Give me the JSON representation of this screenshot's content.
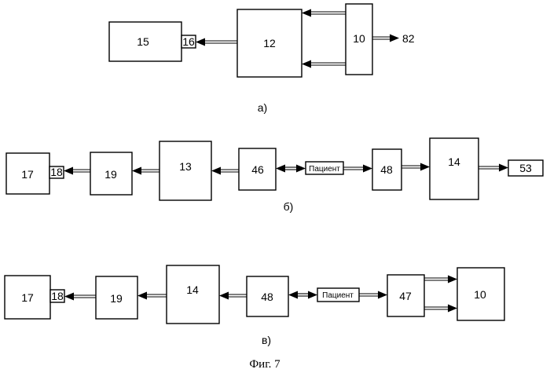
{
  "figure_caption": "Фиг. 7",
  "diagram_a": {
    "caption": "а)",
    "boxes": {
      "b15": "15",
      "b16": "16",
      "b12": "12",
      "b10": "10"
    },
    "output_label": "82"
  },
  "diagram_b": {
    "caption": "б)",
    "boxes": {
      "b17": "17",
      "b18": "18",
      "b19": "19",
      "b13": "13",
      "b46": "46",
      "patient": "Пациент",
      "b48": "48",
      "b14": "14",
      "b53": "53"
    }
  },
  "diagram_c": {
    "caption": "в)",
    "boxes": {
      "b17": "17",
      "b18": "18",
      "b19": "19",
      "b14": "14",
      "b48": "48",
      "patient": "Пациент",
      "b47": "47",
      "b10": "10"
    }
  }
}
